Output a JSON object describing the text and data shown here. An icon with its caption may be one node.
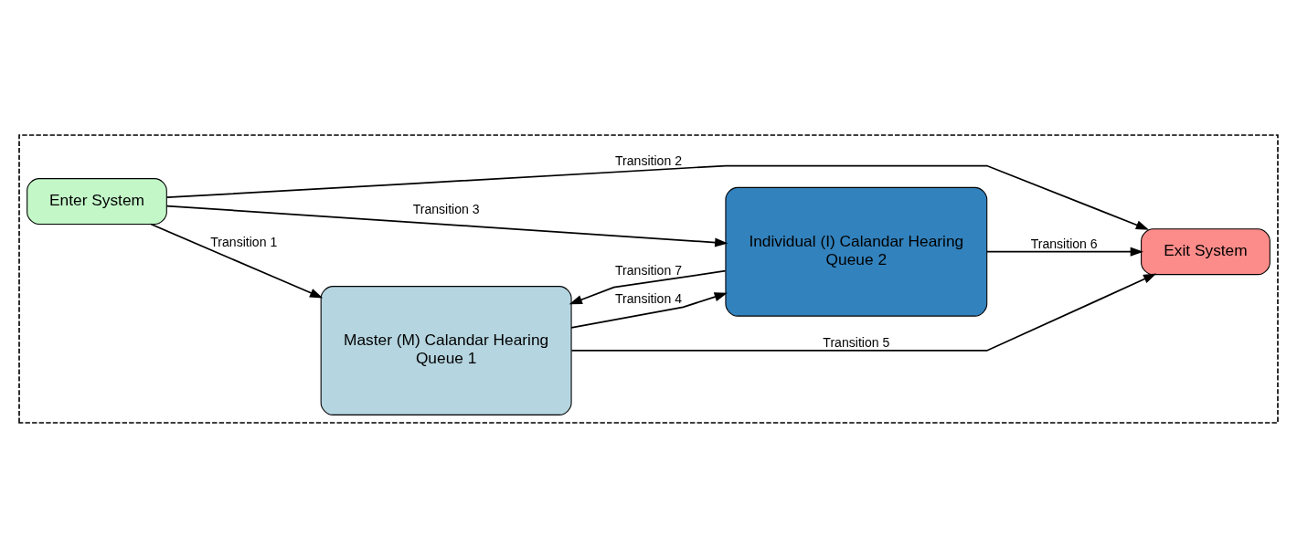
{
  "diagram": {
    "nodes": [
      {
        "text": [],
        "shape": "box"
      },
      {
        "text": [
          "Enter System"
        ],
        "in": 0
      },
      {
        "text": [
          "Master (M) Calandar Hearing",
          "Queue 1"
        ],
        "in": 0
      },
      {
        "text": [
          "Individual (I) Calandar Hearing",
          "Queue 2"
        ],
        "in": 0
      },
      {
        "text": [
          "Exit System"
        ],
        "in": 0
      }
    ],
    "edges": [
      {
        "from": 1,
        "to": 2,
        "arrow": "to",
        "label": "Transition 1"
      },
      {
        "from": 1,
        "to": 4,
        "arrow": "to",
        "label": "Transition 2"
      },
      {
        "from": 1,
        "to": 3,
        "arrow": "to",
        "label": "Transition 3"
      },
      {
        "from": 2,
        "to": 3,
        "arrow": "to",
        "label": "Transition 4"
      },
      {
        "from": 2,
        "to": 4,
        "arrow": "to",
        "label": "Transition 5"
      },
      {
        "from": 3,
        "to": 4,
        "arrow": "to",
        "label": "Transition 6"
      },
      {
        "from": 3,
        "to": 2,
        "arrow": "to",
        "label": "Transition 7"
      }
    ]
  }
}
